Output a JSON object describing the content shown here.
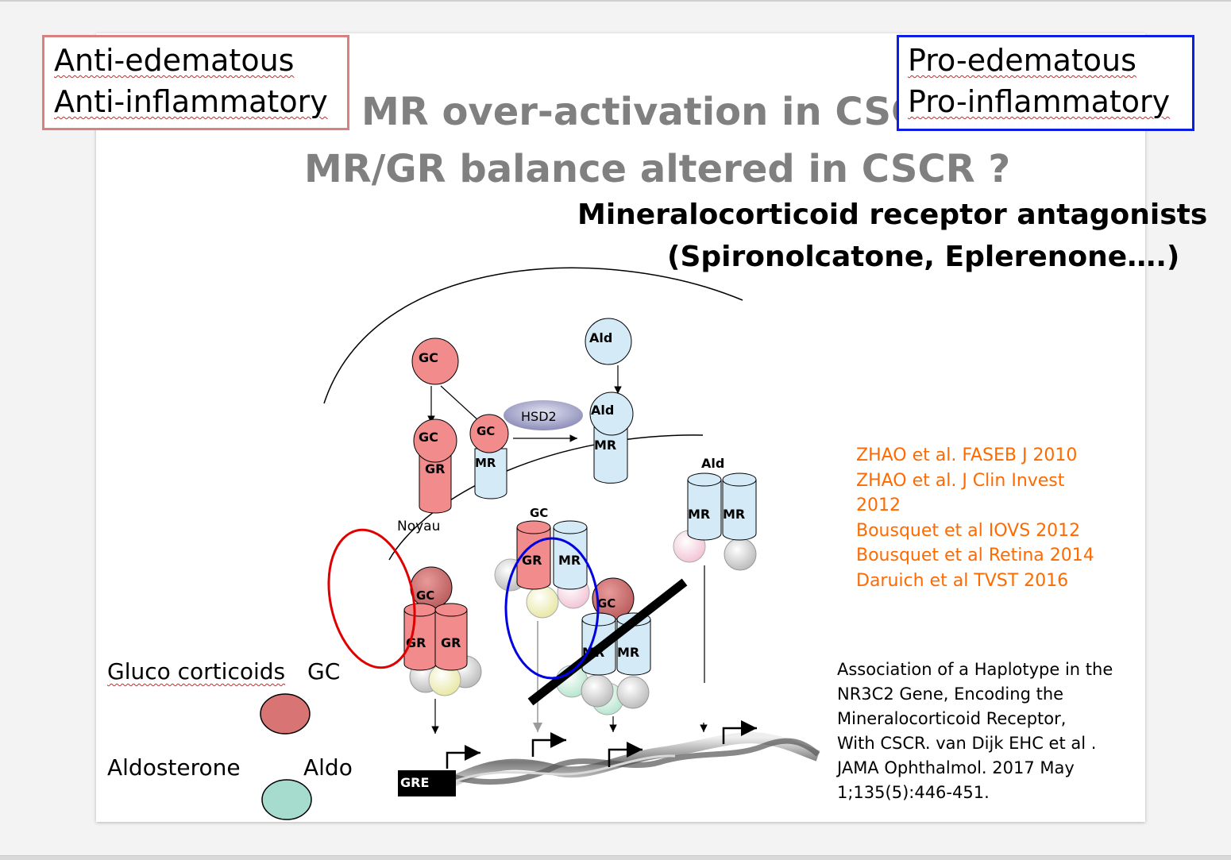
{
  "left_box": {
    "line1": "Anti-edematous",
    "line2": "Anti-inflammatory",
    "border_color": "#d98080"
  },
  "right_box": {
    "line1": "Pro-edematous",
    "line2": "Pro-inflammatory",
    "border_color": "#0a1ee6"
  },
  "title_line1": "MR over-activation in CSCR",
  "title_line2": "MR/GR balance altered in CSCR ?",
  "subtitle_line1": "Mineralocorticoid receptor antagonists",
  "subtitle_line2": "(Spironolcatone, Eplerenone….)",
  "references": [
    "ZHAO et al.  FASEB J 2010",
    "ZHAO et al.  J Clin Invest",
    "2012",
    "Bousquet et al IOVS 2012",
    "Bousquet et al Retina 2014",
    "Daruich et al TVST 2016"
  ],
  "citation": [
    "Association of a Haplotype in the",
    "NR3C2 Gene, Encoding the",
    "Mineralocorticoid Receptor,",
    "With CSCR. van Dijk EHC et al .",
    "JAMA Ophthalmol. 2017 May",
    "1;135(5):446-451."
  ],
  "legend": {
    "gc_name": "Gluco corticoids",
    "gc_abbr": "GC",
    "gc_color": "#d97474",
    "aldo_name": "Aldosterone",
    "aldo_abbr": "Aldo",
    "aldo_color": "#a6dccd"
  },
  "diagram": {
    "gc": "GC",
    "ald": "Ald",
    "gr": "GR",
    "mr": "MR",
    "hsd2": "HSD2",
    "noyau": "Noyau",
    "gre": "GRE",
    "gr_color": "#f28b8b",
    "mr_color": "#d4ebf7"
  },
  "accent_colors": {
    "title_gray": "#808080",
    "reference_orange": "#ff6a00",
    "red_ellipse": "#e00000",
    "blue_ellipse": "#0000e0"
  }
}
